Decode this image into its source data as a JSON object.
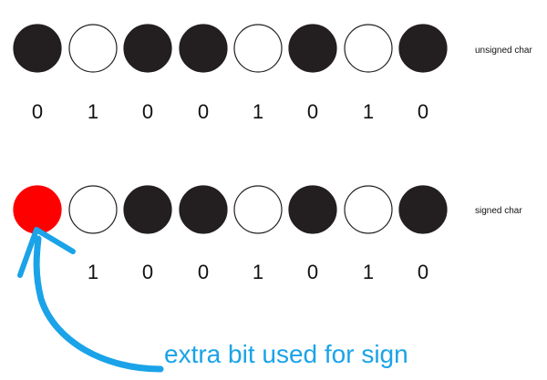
{
  "rows": [
    {
      "name": "unsigned",
      "label": "unsigned char",
      "bits": [
        "0",
        "1",
        "0",
        "0",
        "1",
        "0",
        "1",
        "0"
      ],
      "states": [
        "filled",
        "empty",
        "filled",
        "filled",
        "empty",
        "filled",
        "empty",
        "filled"
      ]
    },
    {
      "name": "signed",
      "label": "signed char",
      "bits": [
        "",
        "1",
        "0",
        "0",
        "1",
        "0",
        "1",
        "0"
      ],
      "states": [
        "sign",
        "empty",
        "filled",
        "filled",
        "empty",
        "filled",
        "empty",
        "filled"
      ]
    }
  ],
  "annotation": {
    "text": "extra bit used for sign"
  },
  "colors": {
    "filled": "#231f20",
    "empty": "#ffffff",
    "sign": "#ff0000",
    "stroke": "#231f20",
    "annotation": "#1aa3e8"
  }
}
